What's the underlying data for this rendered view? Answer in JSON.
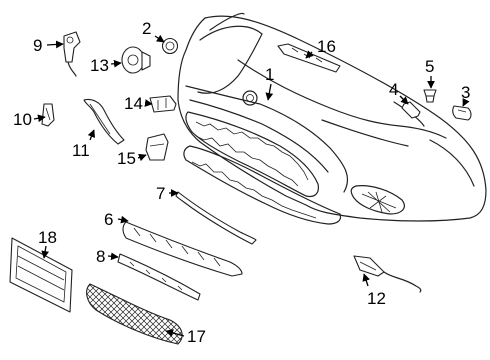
{
  "callouts": {
    "n1": "1",
    "n2": "2",
    "n3": "3",
    "n4": "4",
    "n5": "5",
    "n6": "6",
    "n7": "7",
    "n8": "8",
    "n9": "9",
    "n10": "10",
    "n11": "11",
    "n12": "12",
    "n13": "13",
    "n14": "14",
    "n15": "15",
    "n16": "16",
    "n17": "17",
    "n18": "18"
  }
}
